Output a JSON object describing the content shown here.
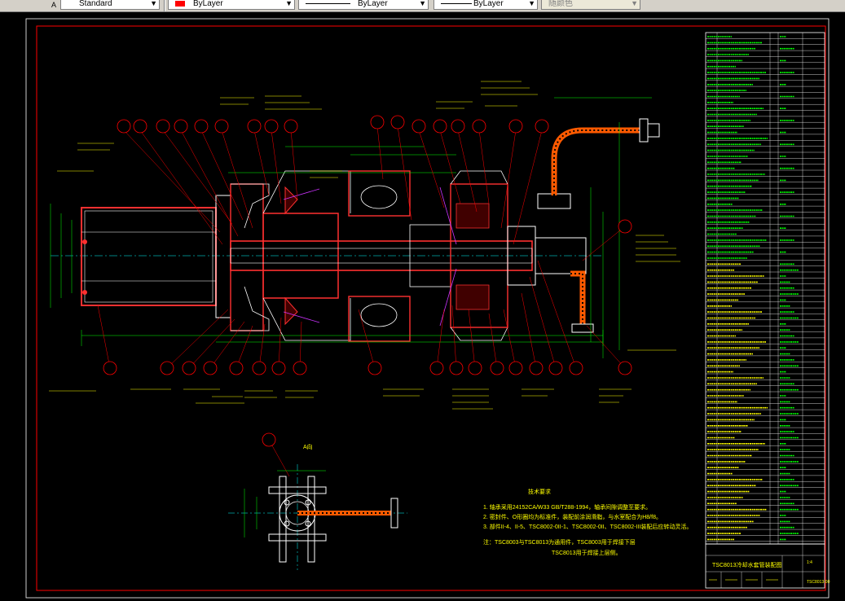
{
  "toolbar": {
    "textstyle": "Standard",
    "layer_color": "ByLayer",
    "linetype": "ByLayer",
    "lineweight": "ByLayer",
    "plotstyle": "随颜色",
    "colors": {
      "bg": "#d4d0c8",
      "red": "#ff0000"
    }
  },
  "drawing": {
    "notes_title": "技术要求",
    "notes": [
      "1. 轴承采用24152CA/W33 GB/T288-1994，轴承间隙调整至要求。",
      "2. 密封件、O形圈均为标准件，装配前涂润滑脂，与水室配合为H8/f8。",
      "3. 部件II-4、II-5、TSC8002-0II-1、TSC8002-0II、TSC8002-III装配后应转动灵活。"
    ],
    "note_extra_1": "注：TSC8003与TSC8013为通用件，TSC8003用于焊接下层",
    "note_extra_2": "TSC8013用于焊接上层侧。",
    "view_label": "A向",
    "title_block_name": "TSC8013冷却水套管装配图",
    "title_block_code": "TSC8013-00",
    "title_block_scale": "1:4",
    "colors": {
      "frame": "#ff0000",
      "leader": "#ff0000",
      "part": "#ffffff",
      "dim": "#00ff00",
      "text": "#ffff00",
      "center": "#00ffff"
    }
  }
}
